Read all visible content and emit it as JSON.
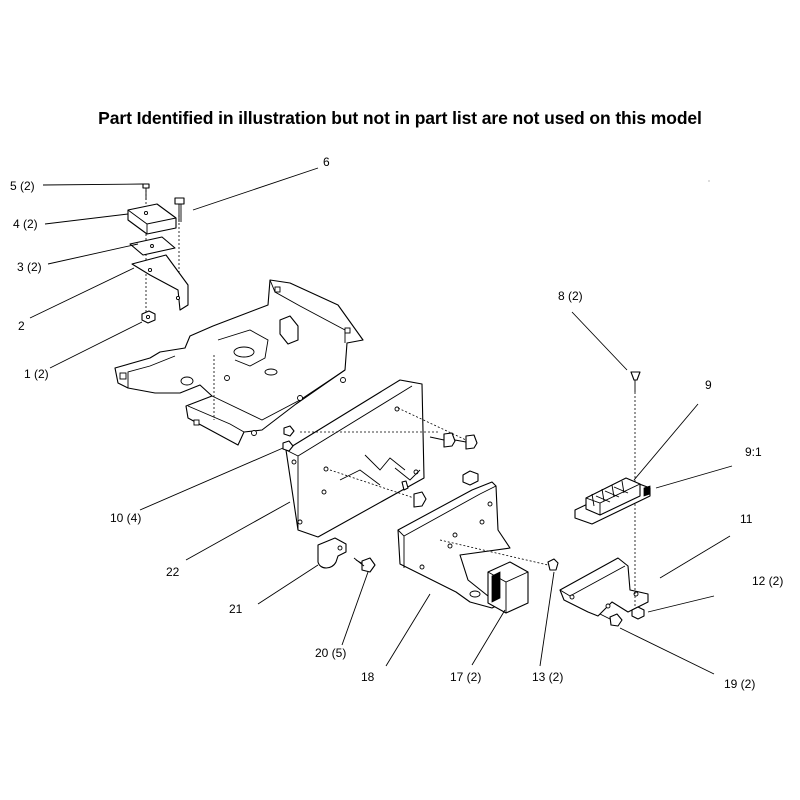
{
  "title": "Part Identified in illustration but not in part list are not used on this model",
  "callouts": {
    "c5": "5 (2)",
    "c6": "6",
    "c4": "4 (2)",
    "c3": "3 (2)",
    "c2": "2",
    "c1": "1 (2)",
    "c8": "8 (2)",
    "c9": "9",
    "c9_1": "9:1",
    "c10": "10 (4)",
    "c11": "11",
    "c12": "12 (2)",
    "c22": "22",
    "c21": "21",
    "c20": "20 (5)",
    "c18": "18",
    "c17": "17 (2)",
    "c13": "13 (2)",
    "c19": "19 (2)"
  }
}
